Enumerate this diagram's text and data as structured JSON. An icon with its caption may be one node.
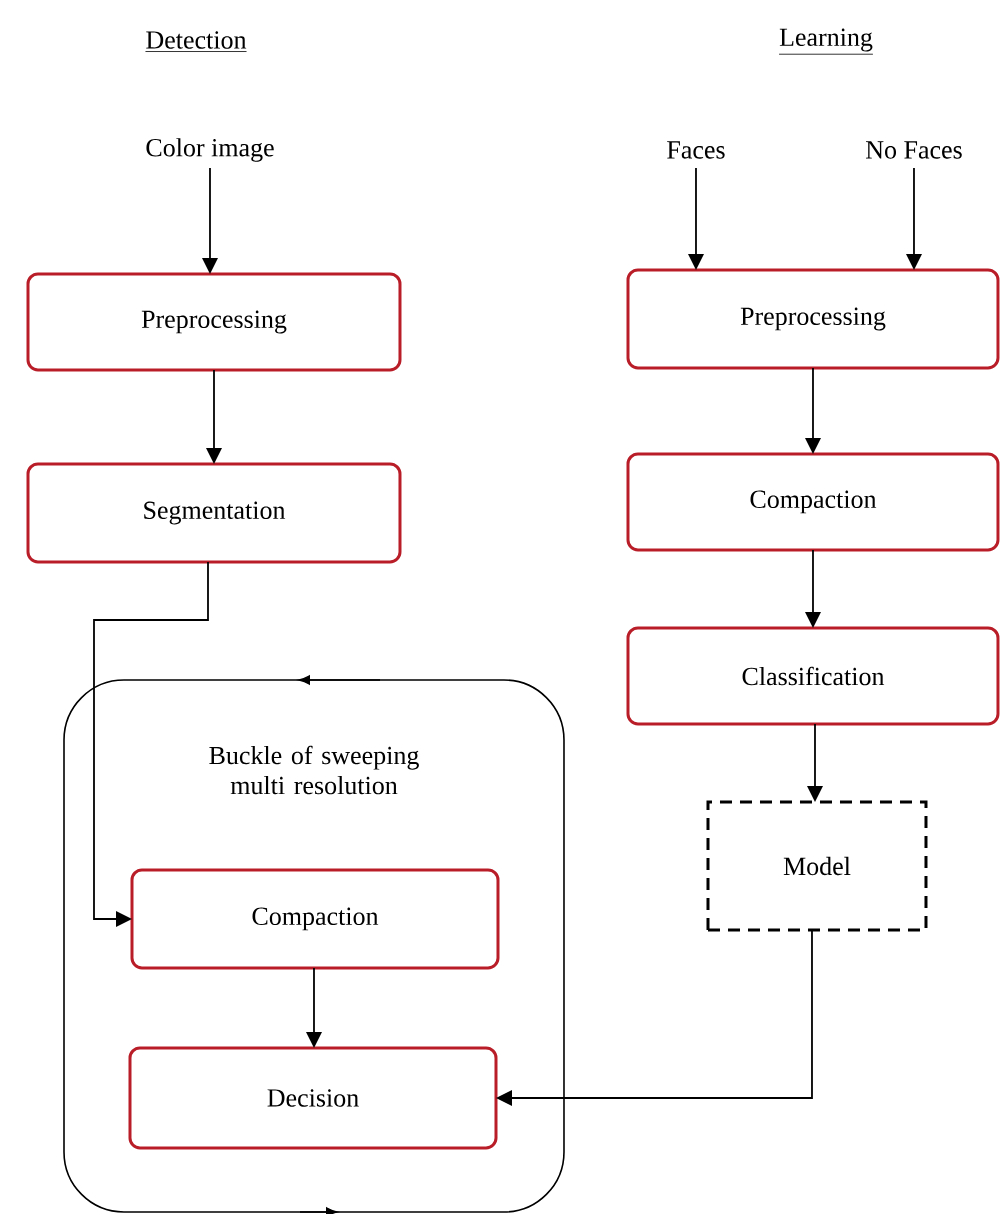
{
  "diagram": {
    "nodes": [
      {
        "text": [
          "Color image"
        ]
      },
      {
        "text": [
          "Preprocessing"
        ]
      },
      {
        "text": [
          "Segmentation"
        ]
      },
      {
        "text": [
          "Buckle of sweeping multi resolution"
        ]
      },
      {
        "text": [
          "Compaction"
        ],
        "in": 3
      },
      {
        "text": [
          "Decision"
        ],
        "in": 3
      },
      {
        "text": [
          "Faces"
        ]
      },
      {
        "text": [
          "No Faces"
        ]
      },
      {
        "text": [
          "Preprocessing"
        ]
      },
      {
        "text": [
          "Compaction"
        ]
      },
      {
        "text": [
          "Classification"
        ]
      },
      {
        "text": [
          "Model"
        ]
      }
    ],
    "edges": [
      {
        "from": 0,
        "to": 1,
        "arrow": "to"
      },
      {
        "from": 1,
        "to": 2,
        "arrow": "to"
      },
      {
        "from": 2,
        "to": 4,
        "arrow": "to"
      },
      {
        "from": 4,
        "to": 5,
        "arrow": "to"
      },
      {
        "from": 6,
        "to": 8,
        "arrow": "to"
      },
      {
        "from": 7,
        "to": 8,
        "arrow": "to"
      },
      {
        "from": 8,
        "to": 9,
        "arrow": "to"
      },
      {
        "from": 9,
        "to": 10,
        "arrow": "to"
      },
      {
        "from": 10,
        "to": 11,
        "arrow": "to"
      },
      {
        "from": 11,
        "to": 5,
        "arrow": "to"
      }
    ],
    "labels": [
      "Detection",
      "Learning"
    ]
  }
}
